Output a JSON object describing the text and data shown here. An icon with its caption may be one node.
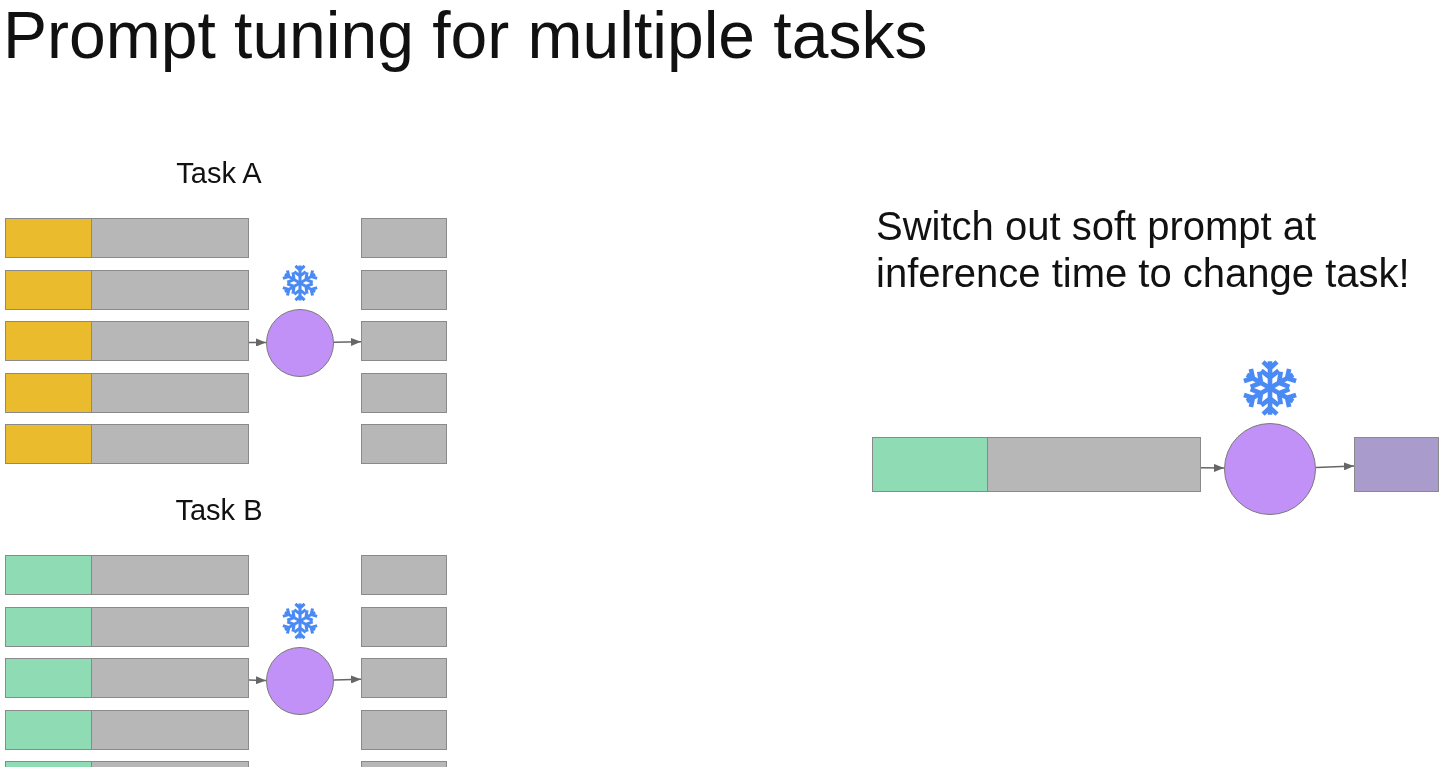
{
  "diagram": {
    "title": "Prompt tuning for multiple tasks",
    "nodes": [
      {
        "text": [],
        "shape": "box"
      },
      {
        "text": [],
        "shape": "box"
      },
      {
        "text": [],
        "shape": "box"
      },
      {
        "text": [],
        "shape": "box"
      },
      {
        "text": [],
        "shape": "box"
      },
      {
        "text": [],
        "shape": "circle"
      },
      {
        "text": [],
        "shape": "box"
      },
      {
        "text": [],
        "shape": "box"
      },
      {
        "text": [],
        "shape": "box"
      },
      {
        "text": [],
        "shape": "box"
      },
      {
        "text": [],
        "shape": "box"
      },
      {
        "text": [],
        "shape": "box"
      },
      {
        "text": [],
        "shape": "box"
      },
      {
        "text": [],
        "shape": "box"
      },
      {
        "text": [],
        "shape": "box"
      },
      {
        "text": [],
        "shape": "box"
      },
      {
        "text": [],
        "shape": "circle"
      },
      {
        "text": [],
        "shape": "box"
      },
      {
        "text": [],
        "shape": "box"
      },
      {
        "text": [],
        "shape": "box"
      },
      {
        "text": [],
        "shape": "box"
      },
      {
        "text": [],
        "shape": "box"
      },
      {
        "text": [],
        "shape": "box"
      },
      {
        "text": [],
        "shape": "circle"
      },
      {
        "text": [],
        "shape": "box"
      }
    ],
    "edges": [
      {
        "from": 2,
        "to": 5,
        "arrow": "to"
      },
      {
        "from": 5,
        "to": 8,
        "arrow": "to"
      },
      {
        "from": 13,
        "to": 16,
        "arrow": "to"
      },
      {
        "from": 16,
        "to": 19,
        "arrow": "to"
      },
      {
        "from": 22,
        "to": 23,
        "arrow": "to"
      },
      {
        "from": 23,
        "to": 24,
        "arrow": "to"
      }
    ],
    "labels": [
      "Task A",
      "Task B",
      "Switch out soft prompt at inference time to change task!"
    ]
  }
}
